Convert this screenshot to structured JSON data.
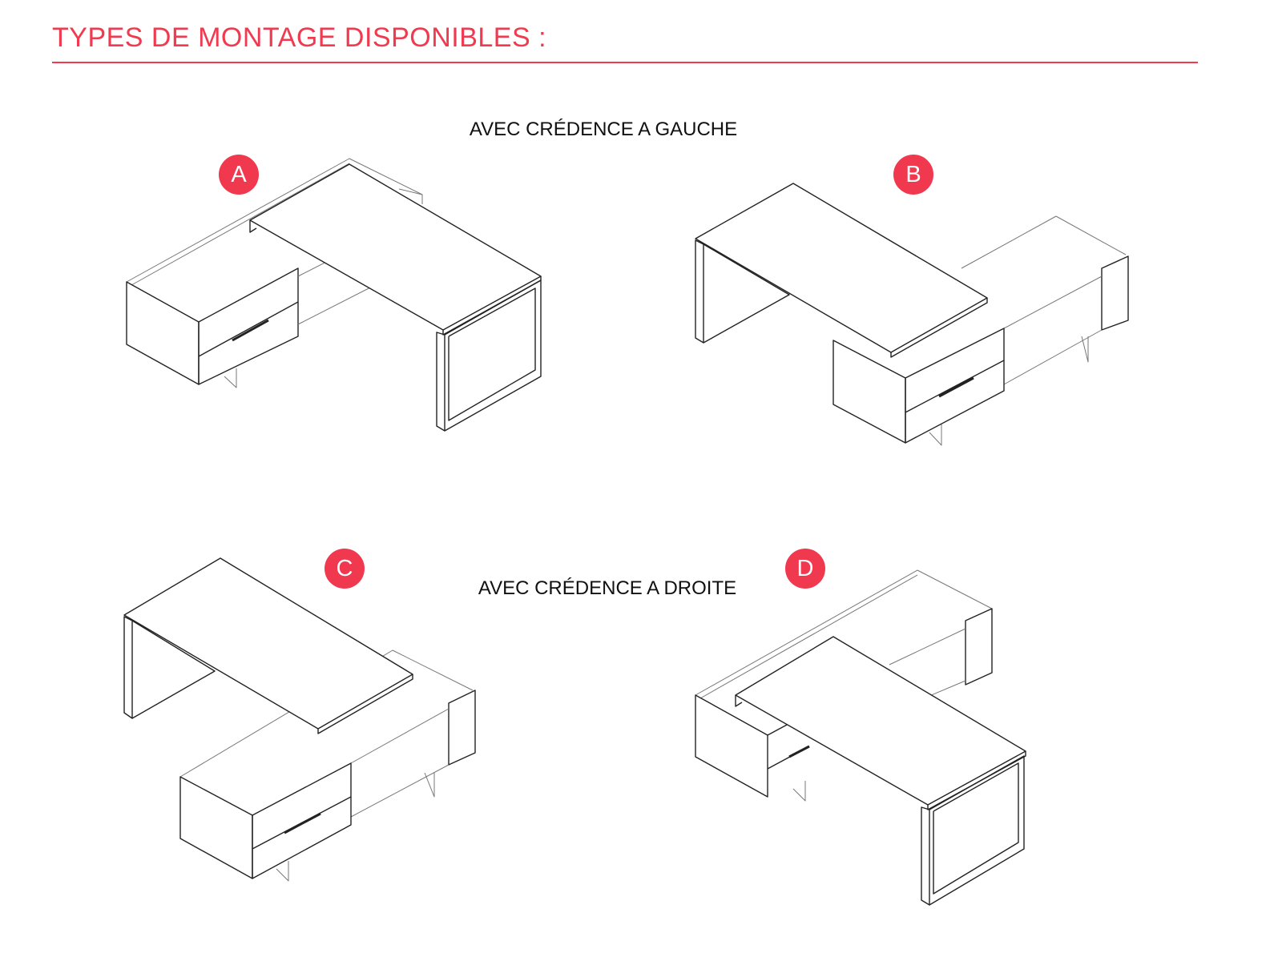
{
  "title": "TYPES DE MONTAGE DISPONIBLES :",
  "colors": {
    "accent": "#ef3a4f",
    "badge": "#f0384f"
  },
  "sections": [
    {
      "label": "AVEC CRÉDENCE A GAUCHE"
    },
    {
      "label": "AVEC CRÉDENCE A DROITE"
    }
  ],
  "options": [
    {
      "letter": "A"
    },
    {
      "letter": "B"
    },
    {
      "letter": "C"
    },
    {
      "letter": "D"
    }
  ]
}
